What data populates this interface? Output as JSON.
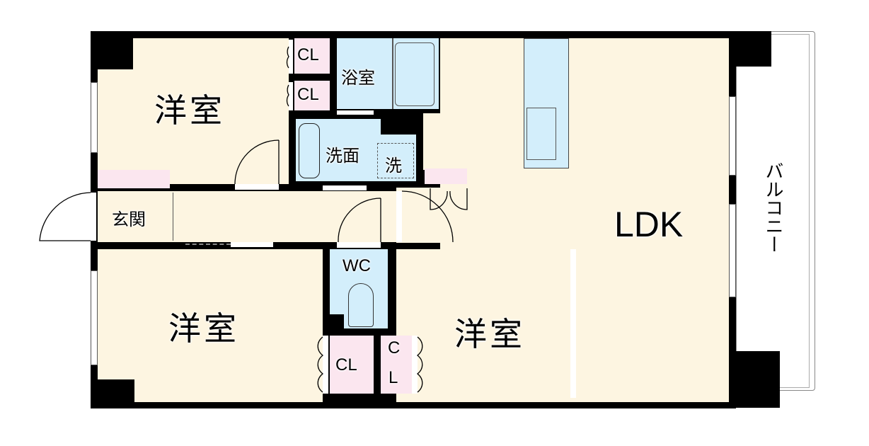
{
  "floorplan": {
    "rooms": {
      "western_room_top": "洋室",
      "western_room_bottom_left": "洋室",
      "western_room_bottom_center": "洋室",
      "ldk": "LDK",
      "bathroom": "浴室",
      "washroom": "洗面",
      "washer": "洗",
      "entrance": "玄関",
      "toilet": "WC",
      "balcony": "バルコニー"
    },
    "closets": {
      "top_1": "CL",
      "top_2": "CL",
      "bottom_1": "CL",
      "bottom_2_line1": "C",
      "bottom_2_line2": "L"
    },
    "colors": {
      "floor": "#fdf5e1",
      "wet_area": "#d3eefb",
      "closet": "#fbe6ef",
      "wall": "#000000"
    }
  }
}
